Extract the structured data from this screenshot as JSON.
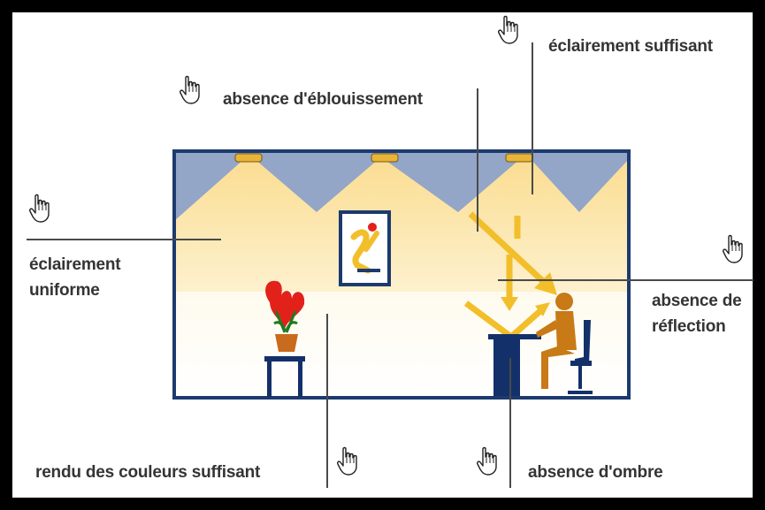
{
  "labels": {
    "sufficient_lighting": "éclairement suffisant",
    "no_glare": "absence d'éblouissement",
    "uniform_lighting_line1": "éclairement",
    "uniform_lighting_line2": "uniforme",
    "no_reflection_line1": "absence de",
    "no_reflection_line2": "réflection",
    "color_rendering": "rendu des couleurs suffisant",
    "no_shadow": "absence d'ombre"
  },
  "icons": {
    "pointer": "hand-pointer-icon"
  },
  "colors": {
    "frame": "#1c3a6e",
    "ceiling_shadow": "#93a6c8",
    "light_cone": "#fbe3a4",
    "light_ray": "#f2be2a",
    "lamp": "#e9b43a",
    "person": "#c77a16",
    "desk": "#13306a",
    "flower_red": "#e3211b",
    "pot": "#c86b1c",
    "leaves": "#1f7a20",
    "line": "#4a4a4a"
  }
}
